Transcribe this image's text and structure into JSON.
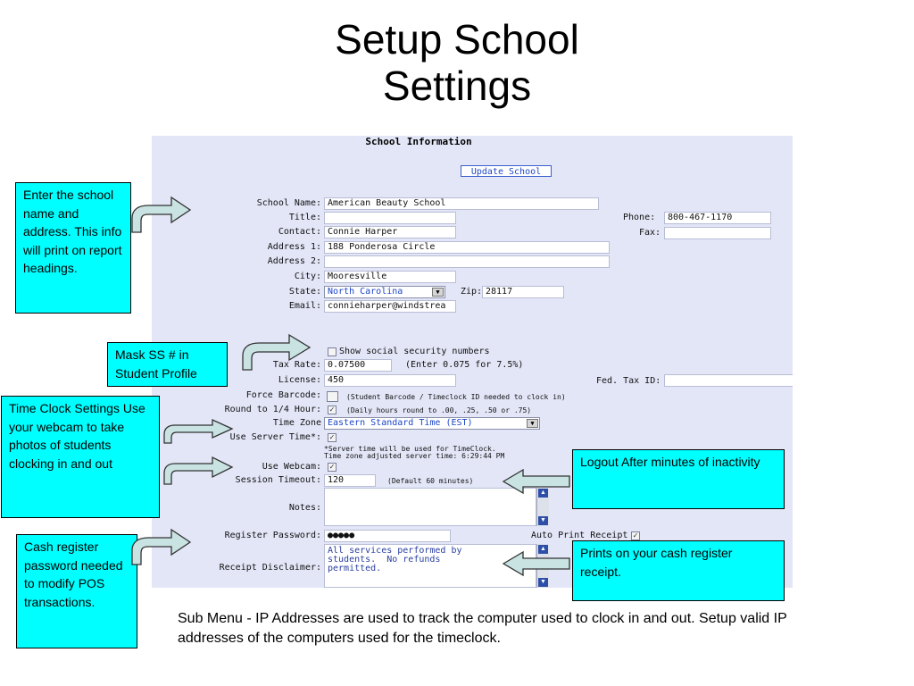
{
  "slide": {
    "title_line1": "Setup School",
    "title_line2": "Settings"
  },
  "panel": {
    "title": "School Information",
    "update_button": "Update School"
  },
  "fields": {
    "school_name": {
      "label": "School Name:",
      "value": "American Beauty School"
    },
    "title": {
      "label": "Title:",
      "value": ""
    },
    "contact": {
      "label": "Contact:",
      "value": "Connie Harper"
    },
    "address1": {
      "label": "Address 1:",
      "value": "188 Ponderosa Circle"
    },
    "address2": {
      "label": "Address 2:",
      "value": ""
    },
    "city": {
      "label": "City:",
      "value": "Mooresville"
    },
    "state": {
      "label": "State:",
      "value": "North Carolina"
    },
    "zip": {
      "label": "Zip:",
      "value": "28117"
    },
    "email": {
      "label": "Email:",
      "value": "connieharper@windstrea"
    },
    "phone": {
      "label": "Phone:",
      "value": "800-467-1170"
    },
    "fax": {
      "label": "Fax:",
      "value": ""
    },
    "show_ssn": {
      "label": "Show social security numbers",
      "checked": false
    },
    "tax_rate": {
      "label": "Tax Rate:",
      "value": "0.07500",
      "hint": "(Enter 0.075 for 7.5%)"
    },
    "license": {
      "label": "License:",
      "value": "450"
    },
    "fed_tax_id": {
      "label": "Fed. Tax ID:",
      "value": ""
    },
    "force_barcode": {
      "label": "Force Barcode:",
      "hint": "(Student Barcode / Timeclock ID needed to clock in)",
      "checked": false
    },
    "round_quarter": {
      "label": "Round to 1/4 Hour:",
      "hint": "(Daily hours round to .00, .25, .50 or .75)",
      "checked": true
    },
    "time_zone": {
      "label": "Time Zone",
      "value": "Eastern Standard Time (EST)"
    },
    "server_time": {
      "label": "Use Server Time*:",
      "checked": true,
      "note1": "*Server time will be used for TimeClock.",
      "note2": "Time zone adjusted server time: 6:29:44 PM"
    },
    "webcam": {
      "label": "Use Webcam:",
      "checked": true
    },
    "session_timeout": {
      "label": "Session Timeout:",
      "value": "120",
      "hint": "(Default 60 minutes)"
    },
    "notes": {
      "label": "Notes:",
      "value": ""
    },
    "register_password": {
      "label": "Register Password:",
      "value": "●●●●●"
    },
    "auto_print": {
      "label": "Auto Print Receipt",
      "checked": true
    },
    "receipt_disclaimer": {
      "label": "Receipt Disclaimer:",
      "value": "All services performed by\nstudents.  No refunds\npermitted."
    }
  },
  "callouts": {
    "school_info": "Enter the school name and address. This info will print on report headings.",
    "mask_ss": "Mask SS # in Student Profile",
    "time_clock": "Time Clock Settings Use your webcam to take photos of students clocking in and out",
    "logout": "Logout After minutes of inactivity",
    "cash_register": "Cash register password needed to modify POS transactions.",
    "prints_receipt": "Prints on your cash register receipt."
  },
  "footer": "Sub Menu - IP Addresses are used to track the computer used to clock in and out. Setup valid IP addresses of the computers used for the timeclock.",
  "colors": {
    "callout_bg": "#00ffff",
    "panel_bg": "#e3e6f7",
    "arrow_fill": "#c9e3e3"
  }
}
